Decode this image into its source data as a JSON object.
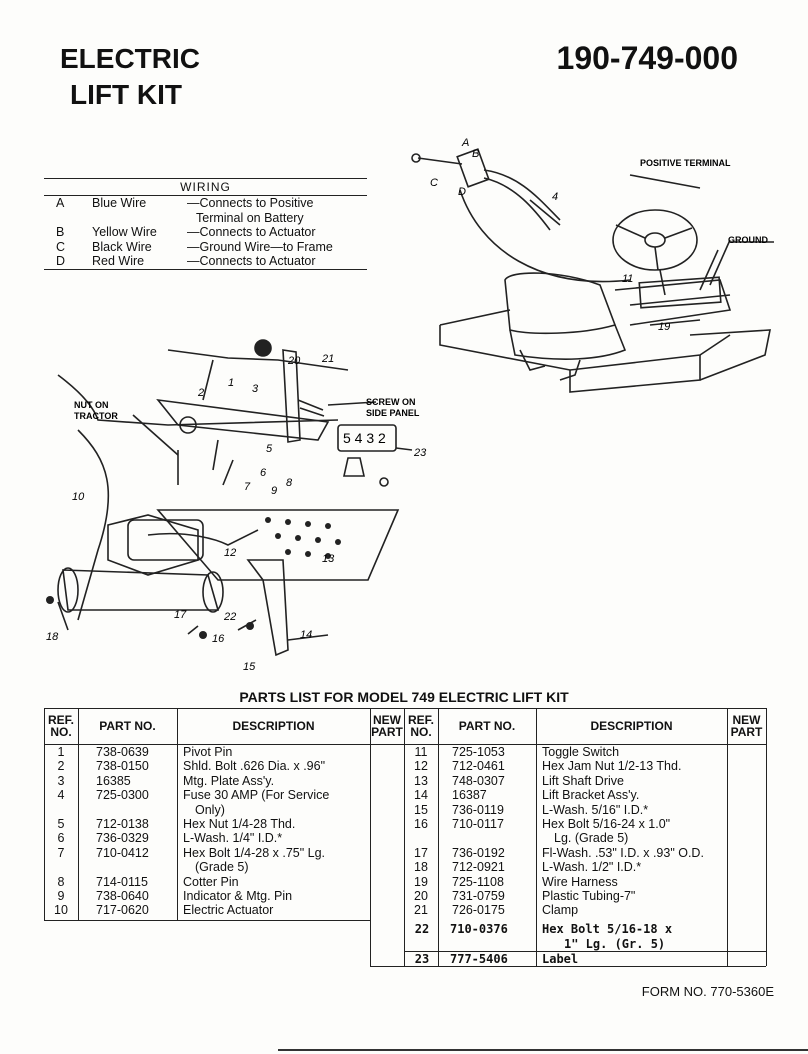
{
  "header": {
    "title_line1": "ELECTRIC",
    "title_line2": "LIFT KIT",
    "doc_number": "190-749-000"
  },
  "wiring": {
    "heading": "WIRING",
    "rows": [
      {
        "key": "A",
        "color": "Blue Wire",
        "desc": "—Connects to Positive"
      },
      {
        "key": "",
        "color": "",
        "desc": "Terminal on Battery"
      },
      {
        "key": "B",
        "color": "Yellow Wire",
        "desc": "—Connects to Actuator"
      },
      {
        "key": "C",
        "color": "Black Wire",
        "desc": "—Ground Wire—to Frame"
      },
      {
        "key": "D",
        "color": "Red Wire",
        "desc": "—Connects to Actuator"
      }
    ]
  },
  "diagram_right": {
    "labels": {
      "positive": "POSITIVE TERMINAL",
      "ground": "GROUND"
    },
    "letters": [
      "A",
      "B",
      "C",
      "D"
    ],
    "numbers": [
      "11",
      "19",
      "4"
    ]
  },
  "diagram_left": {
    "nut_on_tractor": "NUT ON TRACTOR",
    "nut_line1": "NUT ON",
    "nut_line2": "TRACTOR",
    "screw_line1": "SCREW ON",
    "screw_line2": "SIDE PANEL",
    "label_box": "5 4 3 2",
    "numbers": [
      "1",
      "2",
      "3",
      "5",
      "6",
      "7",
      "8",
      "9",
      "10",
      "12",
      "13",
      "14",
      "15",
      "16",
      "17",
      "18",
      "20",
      "21",
      "22",
      "23"
    ]
  },
  "parts": {
    "title": "PARTS LIST FOR MODEL 749 ELECTRIC LIFT KIT",
    "headers": {
      "ref1": "REF.",
      "ref2": "NO.",
      "part_no": "PART NO.",
      "description": "DESCRIPTION",
      "new1": "NEW",
      "new2": "PART"
    },
    "left": [
      {
        "ref": "1",
        "part": "738-0639",
        "desc": "Pivot Pin"
      },
      {
        "ref": "2",
        "part": "738-0150",
        "desc": "Shld. Bolt .626 Dia. x .96\""
      },
      {
        "ref": "3",
        "part": "16385",
        "desc": "Mtg. Plate Ass'y."
      },
      {
        "ref": "4",
        "part": "725-0300",
        "desc": "Fuse 30 AMP (For Service"
      },
      {
        "ref": "",
        "part": "",
        "desc": "Only)"
      },
      {
        "ref": "5",
        "part": "712-0138",
        "desc": "Hex Nut 1/4-28 Thd."
      },
      {
        "ref": "6",
        "part": "736-0329",
        "desc": "L-Wash. 1/4\" I.D.*"
      },
      {
        "ref": "7",
        "part": "710-0412",
        "desc": "Hex Bolt 1/4-28 x .75\" Lg."
      },
      {
        "ref": "",
        "part": "",
        "desc": "(Grade 5)"
      },
      {
        "ref": "8",
        "part": "714-0115",
        "desc": "Cotter Pin"
      },
      {
        "ref": "9",
        "part": "738-0640",
        "desc": "Indicator & Mtg. Pin"
      },
      {
        "ref": "10",
        "part": "717-0620",
        "desc": "Electric Actuator"
      }
    ],
    "right": [
      {
        "ref": "11",
        "part": "725-1053",
        "desc": "Toggle Switch"
      },
      {
        "ref": "12",
        "part": "712-0461",
        "desc": "Hex Jam Nut 1/2-13 Thd."
      },
      {
        "ref": "13",
        "part": "748-0307",
        "desc": "Lift Shaft Drive"
      },
      {
        "ref": "14",
        "part": "16387",
        "desc": "Lift Bracket Ass'y."
      },
      {
        "ref": "15",
        "part": "736-0119",
        "desc": "L-Wash. 5/16\" I.D.*"
      },
      {
        "ref": "16",
        "part": "710-0117",
        "desc": "Hex Bolt 5/16-24 x 1.0\""
      },
      {
        "ref": "",
        "part": "",
        "desc": "Lg. (Grade 5)"
      },
      {
        "ref": "17",
        "part": "736-0192",
        "desc": "Fl-Wash. .53\" I.D. x .93\" O.D."
      },
      {
        "ref": "18",
        "part": "712-0921",
        "desc": "L-Wash. 1/2\" I.D.*"
      },
      {
        "ref": "19",
        "part": "725-1108",
        "desc": "Wire Harness"
      },
      {
        "ref": "20",
        "part": "731-0759",
        "desc": "Plastic Tubing-7\""
      },
      {
        "ref": "21",
        "part": "726-0175",
        "desc": "Clamp"
      }
    ],
    "typed": [
      {
        "ref": "22",
        "part": "710-0376",
        "desc": "Hex Bolt 5/16-18 x",
        "desc2": "1\" Lg. (Gr. 5)"
      },
      {
        "ref": "23",
        "part": "777-5406",
        "desc": "Label"
      }
    ]
  },
  "footer": {
    "form_no": "FORM NO. 770-5360E"
  }
}
